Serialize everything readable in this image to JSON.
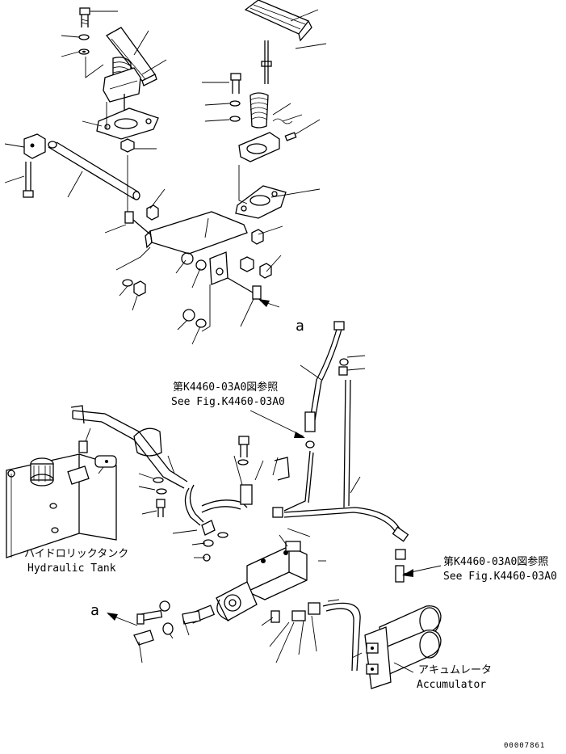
{
  "callouts": {
    "see_fig_jp_1": "第K4460-03A0図参照",
    "see_fig_en_1": "See Fig.K4460-03A0",
    "see_fig_jp_2": "第K4460-03A0図参照",
    "see_fig_en_2": "See Fig.K4460-03A0",
    "hydraulic_tank_jp": "ハイドロリックタンク",
    "hydraulic_tank_en": "Hydraulic Tank",
    "accumulator_jp": "アキュムレータ",
    "accumulator_en": "Accumulator",
    "ref_a_upper": "a",
    "ref_a_lower": "a"
  },
  "drawing_number": "00007861"
}
